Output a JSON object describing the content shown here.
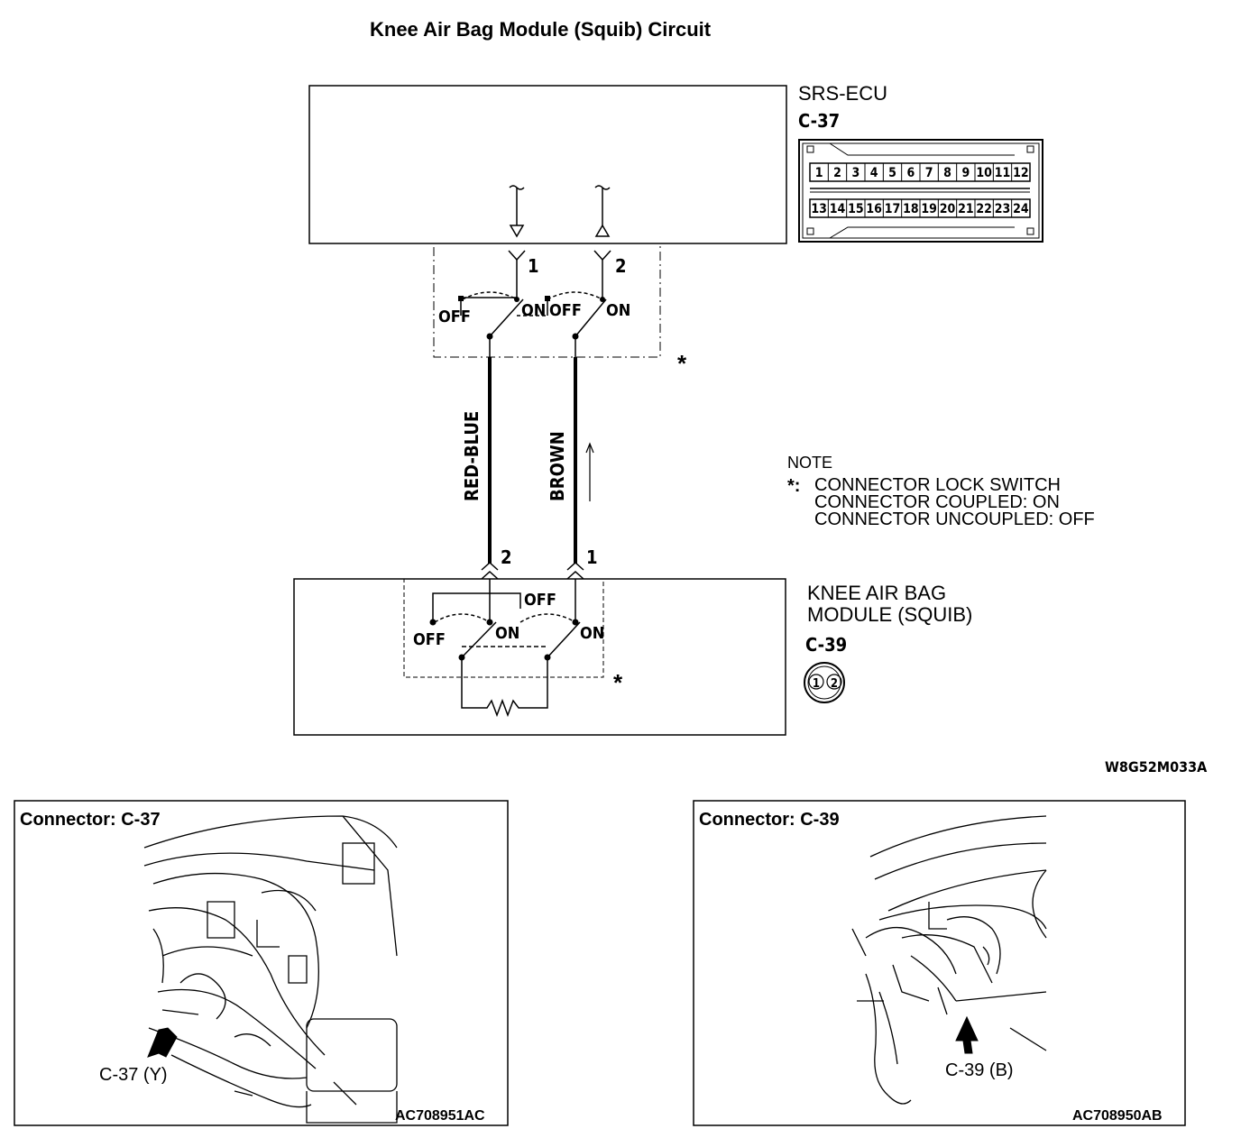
{
  "title": "Knee Air Bag Module (Squib) Circuit",
  "ecu": {
    "name": "SRS-ECU",
    "connector_id": "C-37",
    "pins_top": [
      "1",
      "2",
      "3",
      "4",
      "5",
      "6",
      "7",
      "8",
      "9",
      "10",
      "11",
      "12"
    ],
    "pins_bottom": [
      "13",
      "14",
      "15",
      "16",
      "17",
      "18",
      "19",
      "20",
      "21",
      "22",
      "23",
      "24"
    ],
    "pin_left": "1",
    "pin_right": "2"
  },
  "switch_labels": {
    "off": "OFF",
    "on": "ON",
    "asterisk": "*"
  },
  "wires": {
    "left_color": "RED-BLUE",
    "right_color": "BROWN"
  },
  "module": {
    "name_line1": "KNEE AIR BAG",
    "name_line2": "MODULE (SQUIB)",
    "connector_id": "C-39",
    "pin_left": "2",
    "pin_right": "1",
    "conn_pins": [
      "1",
      "2"
    ]
  },
  "note": {
    "heading": "NOTE",
    "star": "*:",
    "line1": "CONNECTOR LOCK SWITCH",
    "line2": "CONNECTOR COUPLED: ON",
    "line3": "CONNECTOR UNCOUPLED: OFF"
  },
  "diagram_code": "W8G52M033A",
  "panels": {
    "left": {
      "heading": "Connector: C-37",
      "callout": "C-37 (Y)",
      "code": "AC708951AC"
    },
    "right": {
      "heading": "Connector: C-39",
      "callout": "C-39 (B)",
      "code": "AC708950AB"
    }
  }
}
